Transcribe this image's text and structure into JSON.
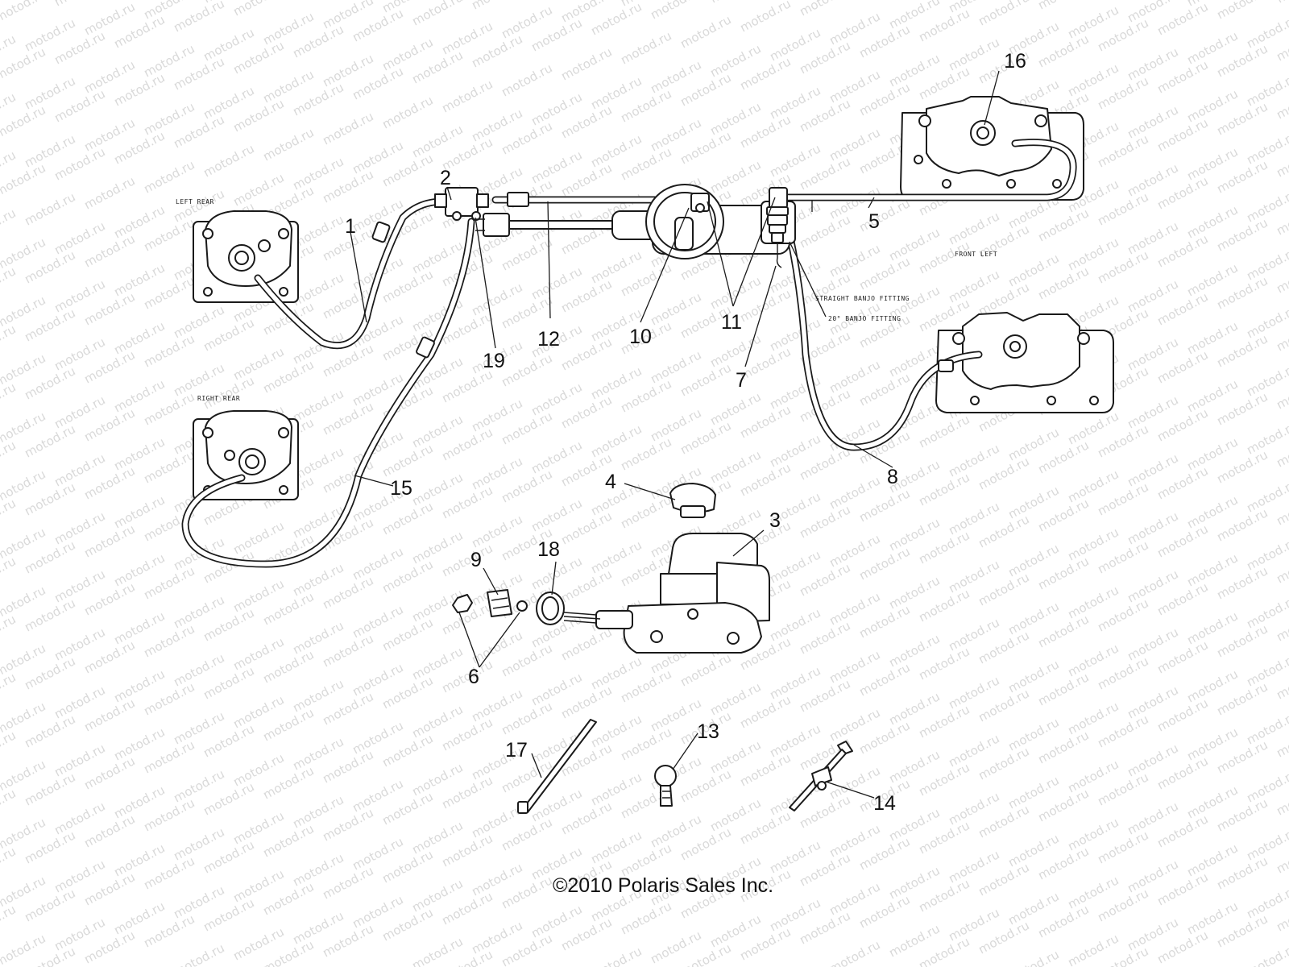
{
  "watermark_text": "motod.ru",
  "copyright": "©2010 Polaris Sales Inc.",
  "small_labels": {
    "left_rear": "LEFT REAR",
    "right_rear": "RIGHT REAR",
    "front_left": "FRONT LEFT",
    "straight_banjo": "STRAIGHT BANJO FITTING",
    "banjo_20": "20° BANJO FITTING"
  },
  "callouts": [
    "1",
    "2",
    "3",
    "4",
    "5",
    "6",
    "7",
    "8",
    "9",
    "10",
    "11",
    "12",
    "13",
    "14",
    "15",
    "16",
    "17",
    "18",
    "19"
  ],
  "colors": {
    "line": "#1a1a1a",
    "background": "#ffffff",
    "watermark": "#d9d9d9"
  }
}
